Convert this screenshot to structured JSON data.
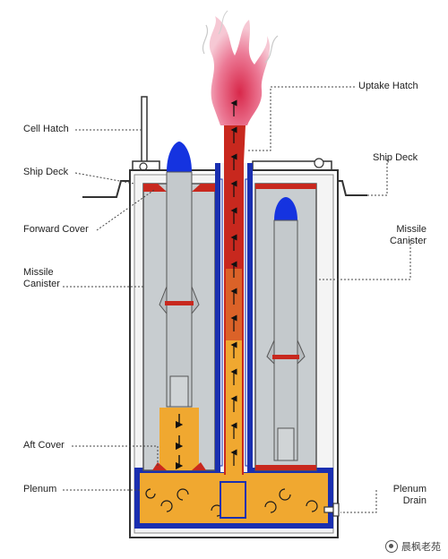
{
  "labels": {
    "cell_hatch": "Cell Hatch",
    "ship_deck_left": "Ship Deck",
    "forward_cover": "Forward Cover",
    "missile_canister_left_1": "Missile",
    "missile_canister_left_2": "Canister",
    "aft_cover": "Aft Cover",
    "plenum_left": "Plenum",
    "uptake_hatch": "Uptake Hatch",
    "ship_deck_right": "Ship Deck",
    "missile_canister_right_1": "Missile",
    "missile_canister_right_2": "Canister",
    "plenum_drain_1": "Plenum",
    "plenum_drain_2": "Drain"
  },
  "watermark": {
    "text": "晨枫老苑",
    "icon": "wechat-icon"
  },
  "colors": {
    "uptake_red": "#c8281e",
    "exhaust_orange": "#f0a830",
    "canister_gray": "#c8cdd0",
    "cell_blue": "#1a2fb0",
    "missile_nose_blue": "#1533e0",
    "plume_pink": "#e06080"
  }
}
